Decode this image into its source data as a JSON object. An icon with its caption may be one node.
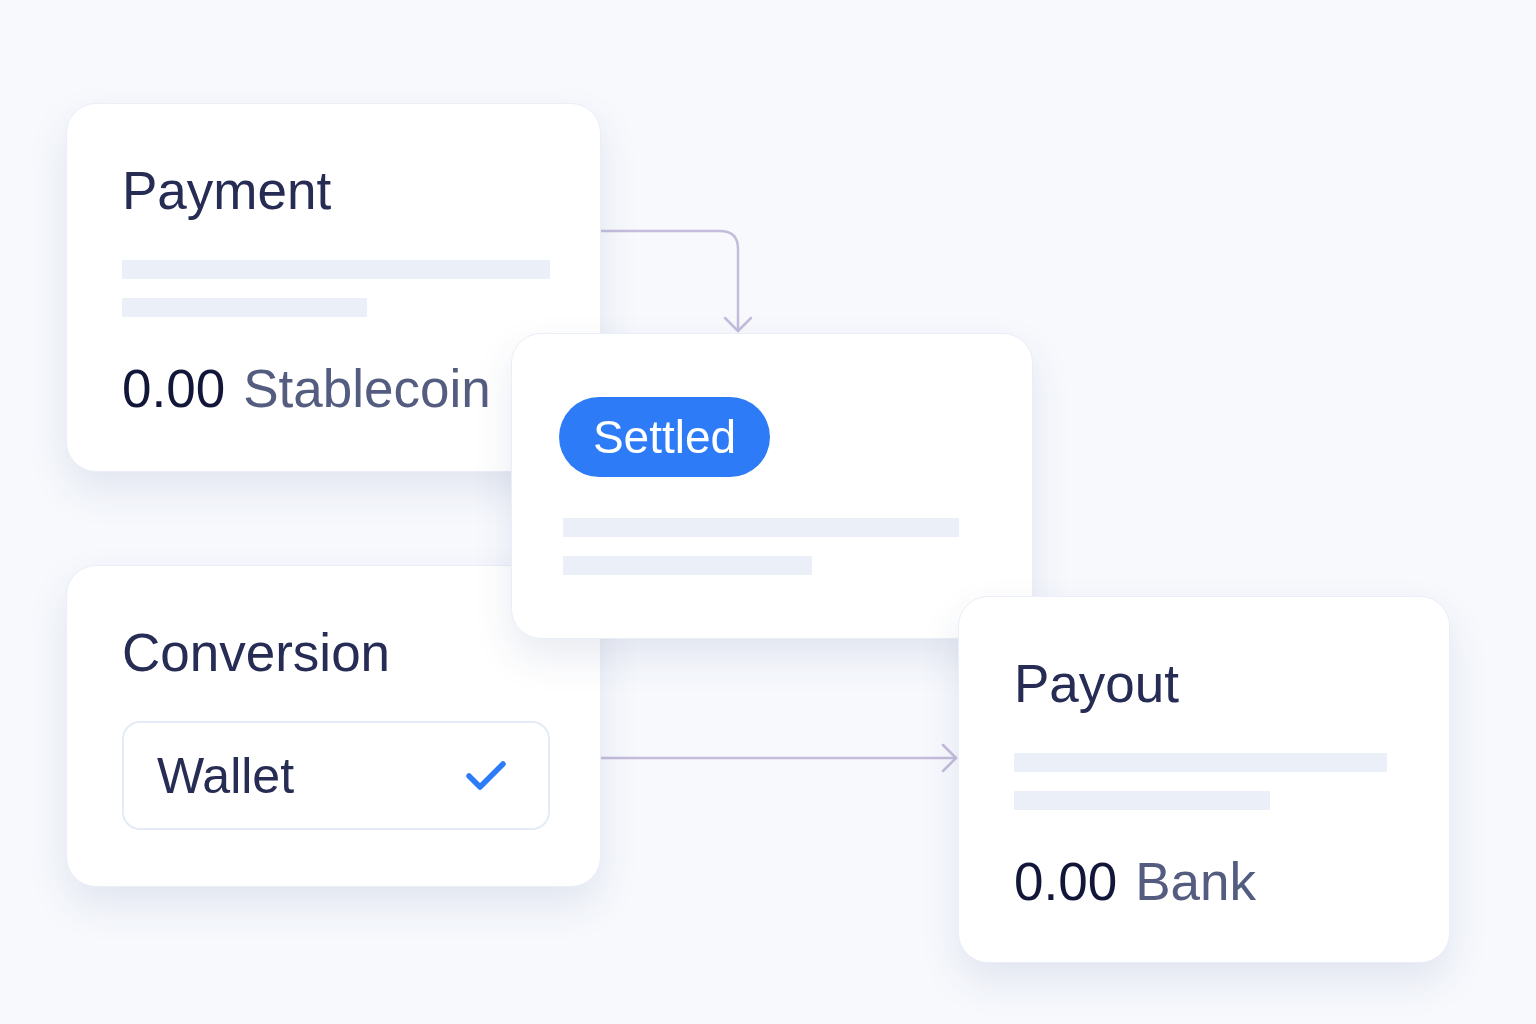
{
  "diagram": {
    "nodes": [
      {
        "text": [
          "Payment",
          "0.00",
          "Stablecoin"
        ]
      },
      {
        "text": [],
        "shape": "box"
      },
      {
        "text": [
          "Settled"
        ],
        "in": 1
      },
      {
        "text": [
          "Conversion"
        ]
      },
      {
        "text": [
          "Wallet"
        ],
        "in": 3
      },
      {
        "text": [
          "Payout",
          "0.00",
          "Bank"
        ]
      }
    ],
    "edges": [
      {
        "from": 0,
        "to": 1,
        "arrow": "to"
      },
      {
        "from": 3,
        "to": 5,
        "arrow": "to"
      }
    ]
  }
}
